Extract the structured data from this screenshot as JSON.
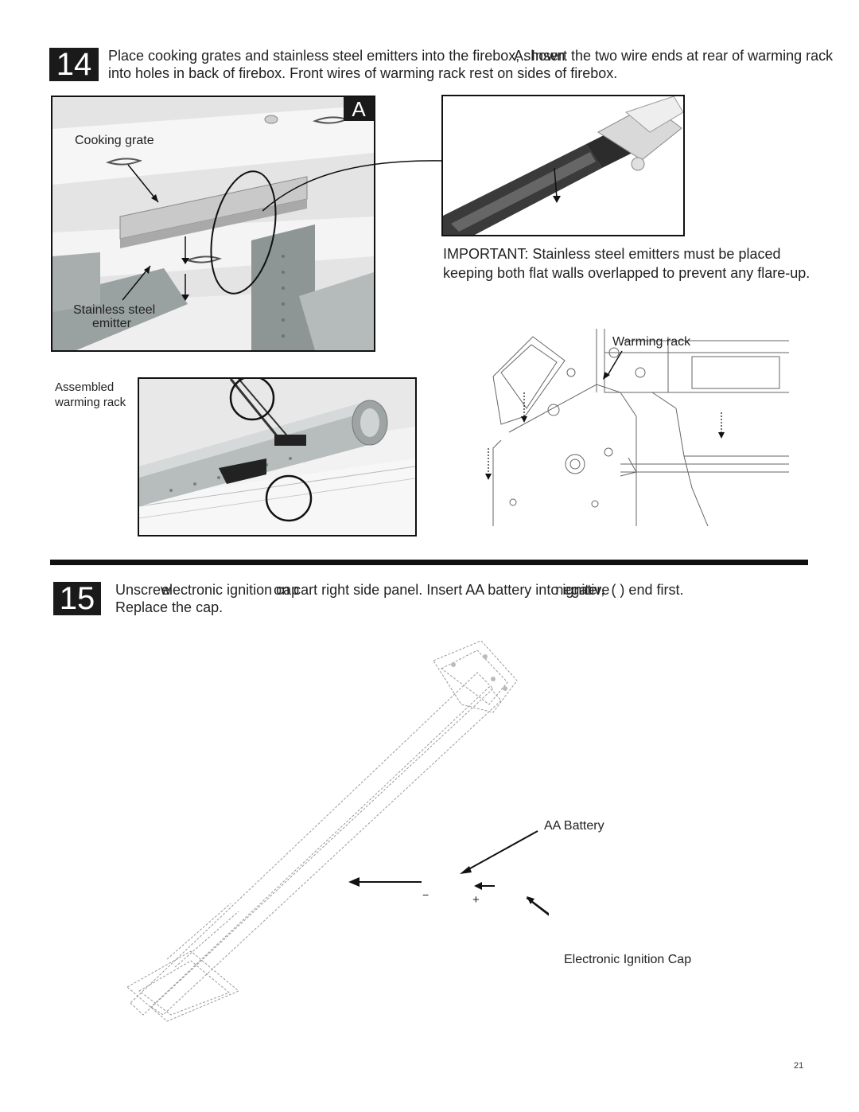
{
  "step14": {
    "number": "14",
    "line1": "Place cooking grates and stainless steel emitters into the firebox, shown",
    "line1_overlap": "A. Insert the two wire ends at rear of warming rack",
    "line2": "into holes in back of firebox. Front wires of warming rack rest on sides of firebox.",
    "figureA": {
      "badge": "A",
      "cooking_grate_label": "Cooking grate",
      "emitter_label_1": "Stainless steel",
      "emitter_label_2": "emitter"
    },
    "important": {
      "line1": "IMPORTANT: Stainless steel emitters must be placed",
      "line2": "keeping both flat walls overlapped to prevent any flare-up."
    },
    "assembled_label_1": "Assembled",
    "assembled_label_2": "warming rack",
    "warming_rack_label": "Warming rack"
  },
  "step15": {
    "number": "15",
    "line1_a": "Unscrew",
    "line1_b": "electronic ignition cap",
    "line1_c": "on cart right side panel. Insert AA battery into igniter,",
    "line1_d": "negative",
    "line1_e": "( ) end first.",
    "line2": "Replace the cap.",
    "aa_battery_label": "AA Battery",
    "minus_sign": "−",
    "plus_sign": "+",
    "cap_label": "Electronic Ignition Cap"
  },
  "page_number": "21",
  "colors": {
    "rule": "#111111",
    "badge_bg": "#1a1a1a",
    "figure_bg": "#e9e9e9"
  }
}
